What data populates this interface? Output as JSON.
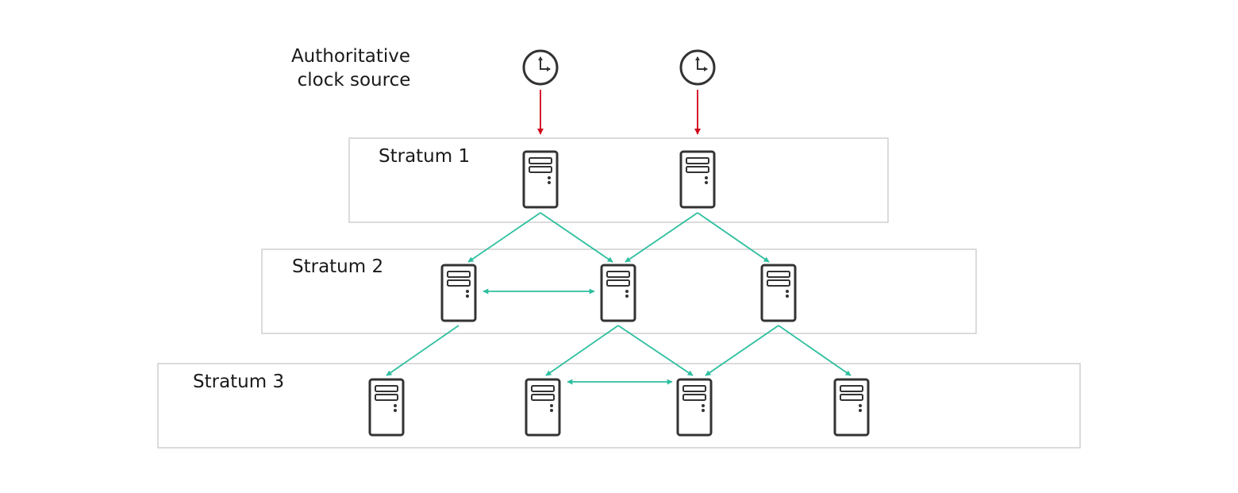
{
  "source_label": [
    "Authoritative",
    "clock source"
  ],
  "strata": [
    {
      "label": "Stratum 1"
    },
    {
      "label": "Stratum 2"
    },
    {
      "label": "Stratum 3"
    }
  ],
  "clock_count": 2,
  "servers_per_stratum": [
    2,
    3,
    4
  ],
  "colors": {
    "sync_arrow": "#2ebf9f",
    "clock_arrow": "#d0021b",
    "icon_stroke": "#333333",
    "box_border": "#cfcfcf"
  }
}
